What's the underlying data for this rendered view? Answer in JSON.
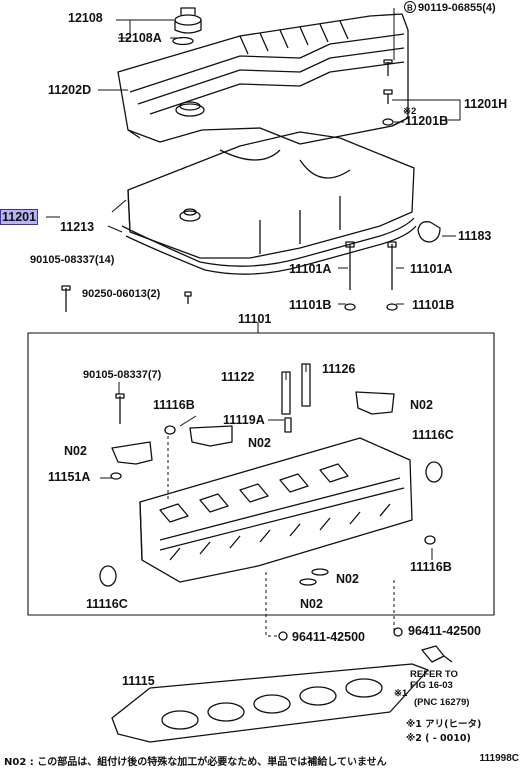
{
  "labels": {
    "p12108": "12108",
    "p12108A": "12108A",
    "p90119": "90119-06855(4)",
    "p11202D": "11202D",
    "p11201H": "11201H",
    "note2a": "※2",
    "p11201B": "11201B",
    "p11201": "11201",
    "p11213": "11213",
    "p11183": "11183",
    "p90105a": "90105-08337(14)",
    "p90250": "90250-06013(2)",
    "p11101A_1": "11101A",
    "p11101A_2": "11101A",
    "p11101B_1": "11101B",
    "p11101B_2": "11101B",
    "p11101": "11101",
    "p90105b": "90105-08337(7)",
    "p11122": "11122",
    "p11126": "11126",
    "p11116B_1": "11116B",
    "p11119A": "11119A",
    "pN02_1": "N02",
    "pN02_2": "N02",
    "pN02_3": "N02",
    "pN02_4": "N02",
    "pN02_5": "N02",
    "p11151A": "11151A",
    "p11116C_1": "11116C",
    "p11116C_2": "11116C",
    "p11116B_2": "11116B",
    "p96411a": "96411-42500",
    "p96411b": "96411-42500",
    "refer1": "REFER TO",
    "refer2": "FIG  16-03",
    "refer3": "(PNC 16279)",
    "note1mark": "※1",
    "p11115": "11115",
    "fn1": "※1 アリ(ヒータ)",
    "fn2": "※2 (     - 0010)",
    "footer": "N02 : この部品は、組付け後の特殊な加工が必要なため、単品では補給していません",
    "code": "111998C"
  }
}
